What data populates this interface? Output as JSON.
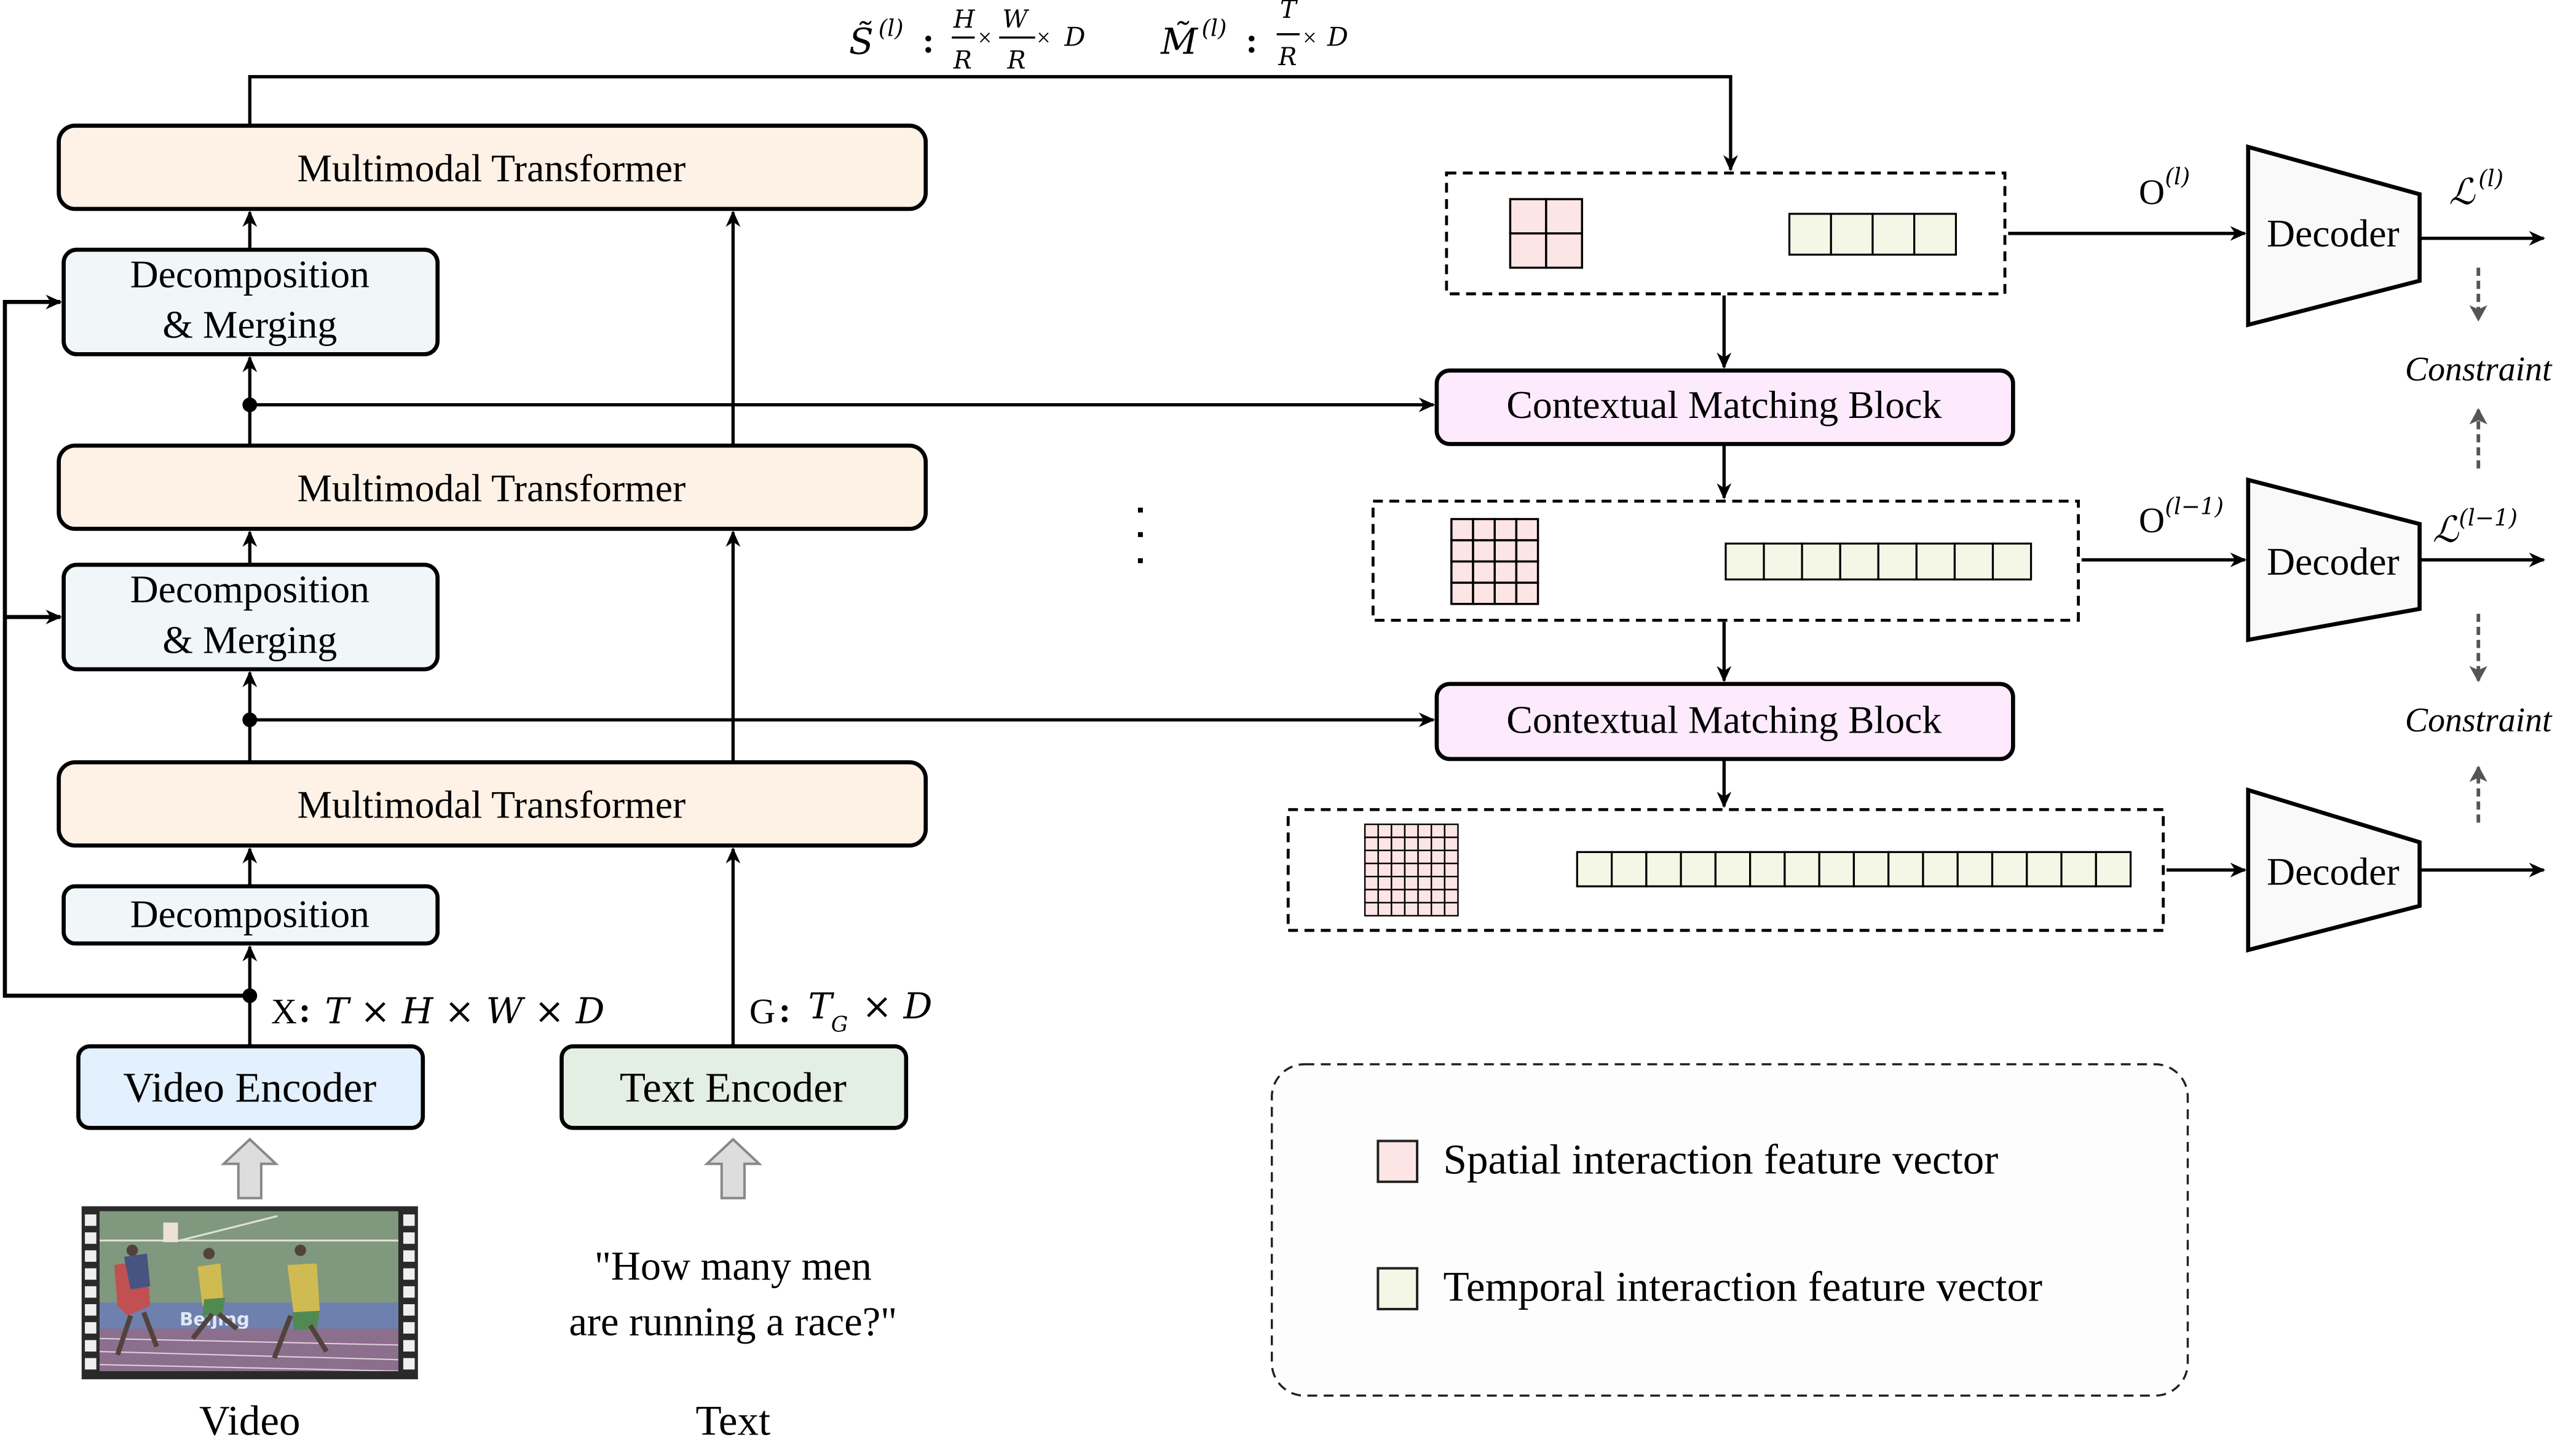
{
  "colors": {
    "transformer_fill": "#FEF1E6",
    "decomposition_fill": "#F1F6F9",
    "cmb_fill": "#FDEBFD",
    "decoder_fill": "#F9F9F9",
    "video_encoder_fill": "#E3F0FD",
    "text_encoder_fill": "#E4EFE3",
    "spatial_fill": "#FEE5E5",
    "temporal_fill": "#F5F7E6",
    "legend_fill": "#FDFDFD",
    "constraint_arrow": "#555555",
    "input_arrow": "#DDDDDD"
  },
  "top_annotation": {
    "s_symbol": "S̃",
    "s_sup": "(l)",
    "colon": ":",
    "h": "H",
    "w": "W",
    "r": "R",
    "times": "×",
    "d": "D",
    "m_symbol": "M̃",
    "m_sup": "(l)",
    "t": "T"
  },
  "left_column": {
    "transformers": [
      {
        "label": "Multimodal Transformer"
      },
      {
        "label": "Multimodal Transformer"
      },
      {
        "label": "Multimodal Transformer"
      }
    ],
    "merge_blocks": [
      {
        "line1": "Decomposition",
        "line2": "& Merging"
      },
      {
        "line1": "Decomposition",
        "line2": "& Merging"
      }
    ],
    "decomposition": {
      "label": "Decomposition"
    },
    "video_encoder": {
      "label": "Video Encoder"
    },
    "text_encoder": {
      "label": "Text Encoder"
    },
    "x_dims": {
      "var": "X",
      "colon": ":",
      "expr": "T × H × W × D"
    },
    "g_dims": {
      "var": "G",
      "colon": ":",
      "t": "T",
      "sub": "G",
      "rest": "× D"
    },
    "video_caption": "Video",
    "text_caption": "Text",
    "question_line1": "\"How many men",
    "question_line2": "are running a race?\""
  },
  "right_column": {
    "cmb_blocks": [
      {
        "label": "Contextual Matching Block"
      },
      {
        "label": "Contextual Matching Block"
      }
    ],
    "feature_groups": [
      {
        "spatial_grid": 2,
        "temporal_cells": 4
      },
      {
        "spatial_grid": 4,
        "temporal_cells": 8
      },
      {
        "spatial_grid": 7,
        "temporal_cells": 16
      }
    ],
    "decoders": [
      {
        "label": "Decoder",
        "input": "O",
        "input_sup": "(l)",
        "output": "ℒ",
        "output_sup": "(l)"
      },
      {
        "label": "Decoder",
        "input": "O",
        "input_sup": "(l−1)",
        "output": "ℒ",
        "output_sup": "(l−1)"
      },
      {
        "label": "Decoder",
        "input": "",
        "input_sup": "",
        "output": "",
        "output_sup": ""
      }
    ],
    "constraints": [
      {
        "label": "Constraint"
      },
      {
        "label": "Constraint"
      }
    ],
    "ellipsis": "⋮"
  },
  "legend": {
    "items": [
      {
        "label": "Spatial interaction feature vector",
        "kind": "spatial"
      },
      {
        "label": "Temporal interaction feature vector",
        "kind": "temporal"
      }
    ]
  }
}
